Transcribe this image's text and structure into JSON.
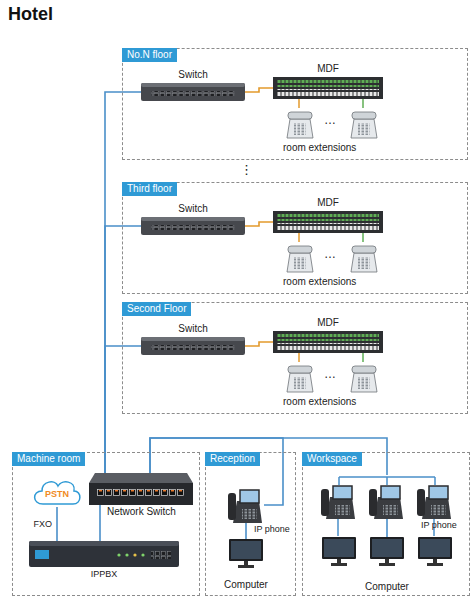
{
  "diagram": {
    "title": "Hotel",
    "nodes": [
      {
        "text": [
          "No.N floor"
        ]
      },
      {
        "text": [
          "Switch"
        ],
        "in": 0
      },
      {
        "text": [
          "MDF"
        ],
        "in": 0
      },
      {
        "text": [
          "Third floor"
        ]
      },
      {
        "text": [
          "Switch"
        ],
        "in": 3
      },
      {
        "text": [
          "MDF"
        ],
        "in": 3
      },
      {
        "text": [
          "Second Floor"
        ]
      },
      {
        "text": [
          "Switch"
        ],
        "in": 6
      },
      {
        "text": [
          "MDF"
        ],
        "in": 6
      },
      {
        "text": [
          "Machine room"
        ]
      },
      {
        "text": [
          "Network Switch"
        ],
        "in": 9
      },
      {
        "text": [
          "PSTN"
        ],
        "in": 9
      },
      {
        "text": [
          "IPPBX"
        ],
        "in": 9
      },
      {
        "text": [
          "Reception"
        ]
      },
      {
        "text": [
          "IP phone"
        ],
        "in": 13
      },
      {
        "text": [
          "Computer"
        ],
        "in": 13
      },
      {
        "text": [
          "Workspace"
        ]
      },
      {
        "text": [
          "IP phone"
        ],
        "in": 16
      },
      {
        "text": [
          "Computer"
        ],
        "in": 16
      }
    ],
    "edges": [
      {
        "from": 10,
        "to": 1,
        "arrow": "none"
      },
      {
        "from": 10,
        "to": 4,
        "arrow": "none"
      },
      {
        "from": 10,
        "to": 7,
        "arrow": "none"
      },
      {
        "from": 1,
        "to": 2,
        "arrow": "none"
      },
      {
        "from": 4,
        "to": 5,
        "arrow": "none"
      },
      {
        "from": 7,
        "to": 8,
        "arrow": "none"
      },
      {
        "from": 10,
        "to": 14,
        "arrow": "none"
      },
      {
        "from": 14,
        "to": 15,
        "arrow": "none"
      },
      {
        "from": 10,
        "to": 17,
        "arrow": "none"
      },
      {
        "from": 17,
        "to": 18,
        "arrow": "none"
      },
      {
        "from": 12,
        "to": 10,
        "arrow": "none"
      },
      {
        "from": 12,
        "to": 11,
        "label": "FXO",
        "arrow": "none"
      }
    ],
    "labels": [
      "room extensions",
      "…",
      "room extensions",
      "…",
      "room extensions",
      "…",
      "⋮"
    ]
  }
}
